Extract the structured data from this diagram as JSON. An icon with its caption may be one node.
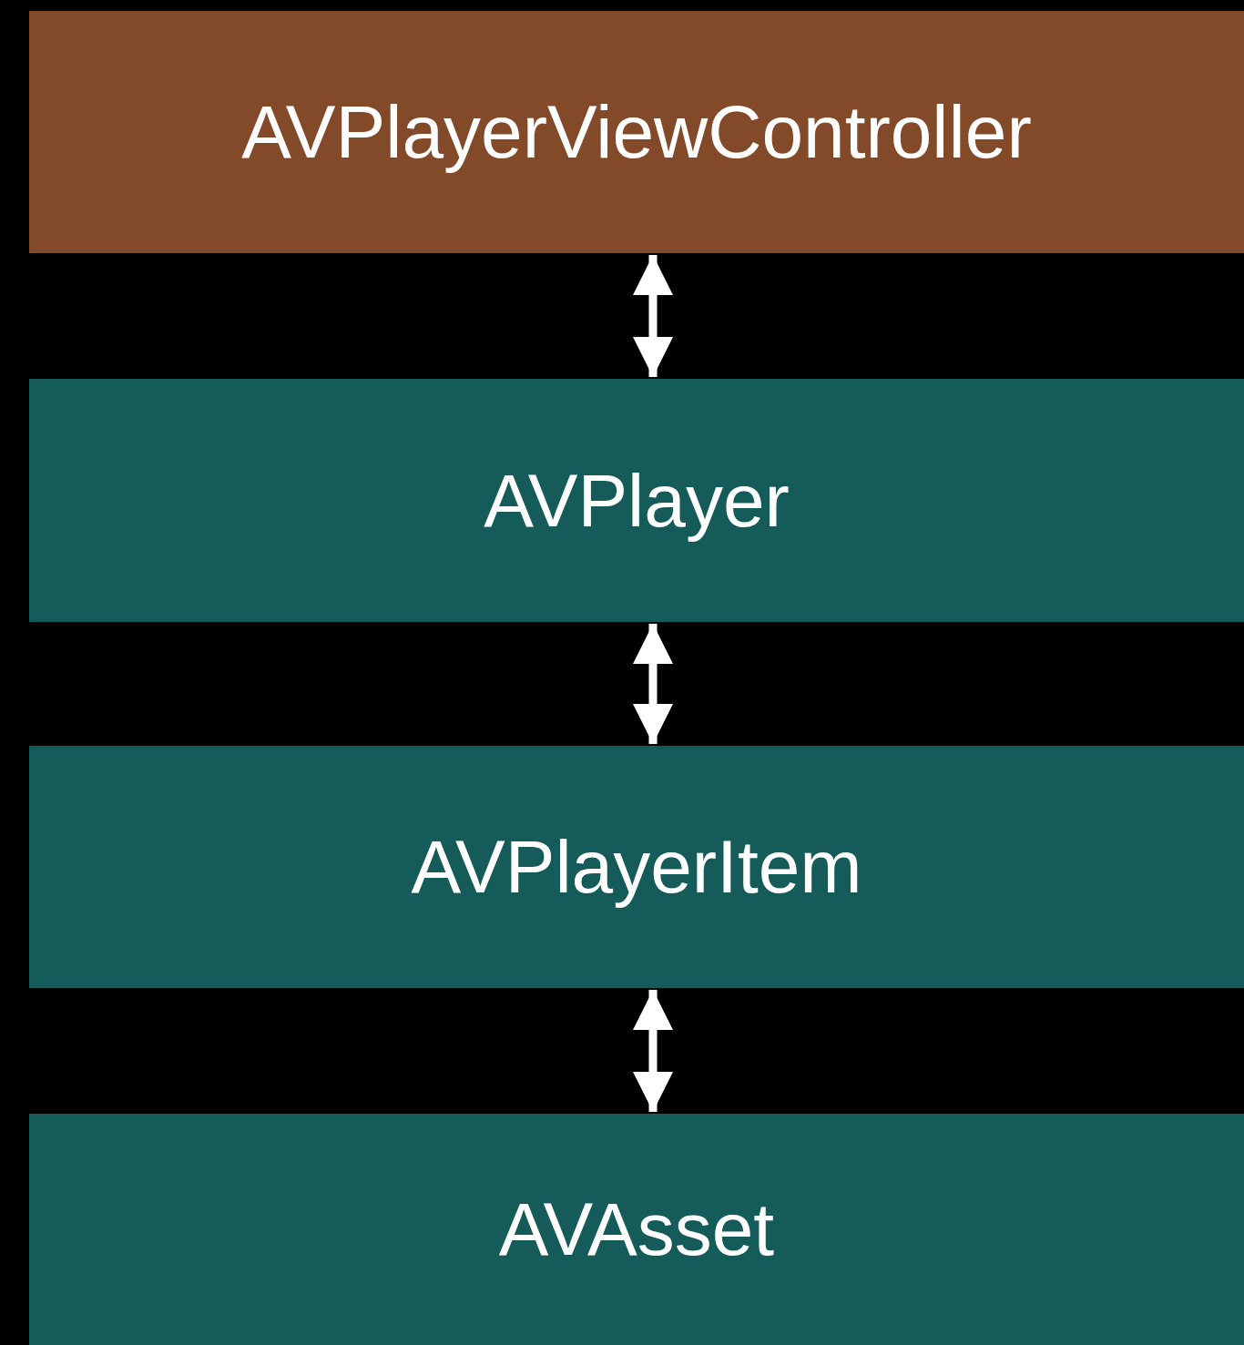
{
  "diagram": {
    "nodes": [
      {
        "text": [
          "AVPlayerViewController"
        ]
      },
      {
        "text": [
          "AVPlayer"
        ]
      },
      {
        "text": [
          "AVPlayerItem"
        ]
      },
      {
        "text": [
          "AVAsset"
        ]
      }
    ],
    "edges": [
      {
        "from": 0,
        "to": 1,
        "arrow": "both"
      },
      {
        "from": 1,
        "to": 2,
        "arrow": "both"
      },
      {
        "from": 2,
        "to": 3,
        "arrow": "both"
      }
    ]
  }
}
